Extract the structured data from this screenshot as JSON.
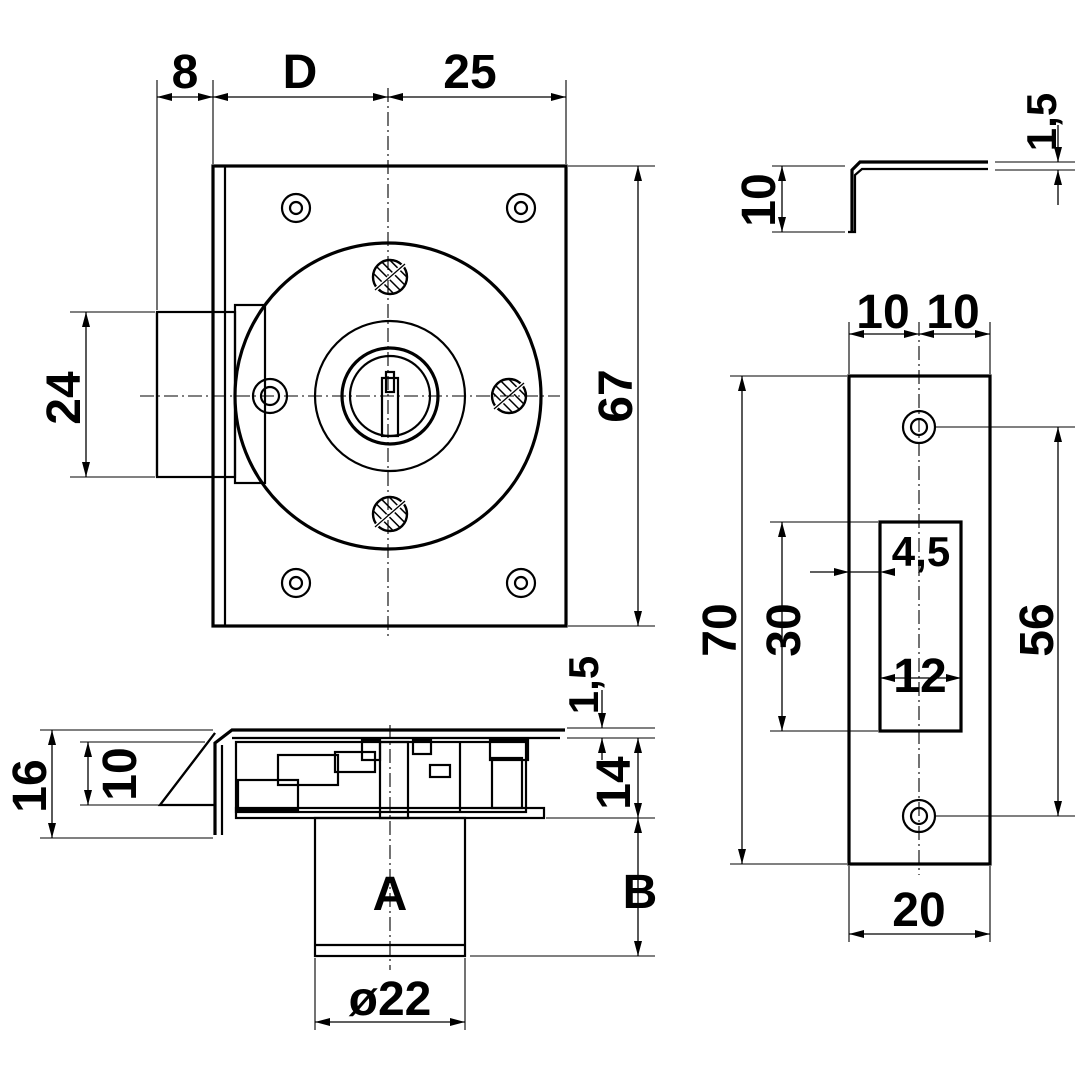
{
  "front_view": {
    "dim_width_bolt": "8",
    "dim_width_d": "D",
    "dim_width_25": "25",
    "dim_height_bolt": "24",
    "dim_height_plate": "67"
  },
  "side_view": {
    "dim_thickness_top": "1,5",
    "dim_height_16": "16",
    "dim_height_10": "10",
    "dim_height_14": "14",
    "dim_cylinder_b": "B",
    "cylinder_label": "A",
    "dim_diameter": "ø22"
  },
  "angle_profile": {
    "dim_height_10": "10",
    "dim_thickness": "1,5"
  },
  "strike_plate": {
    "dim_top_left": "10",
    "dim_top_right": "10",
    "dim_slot_offset": "4,5",
    "dim_slot_width": "12",
    "dim_slot_height": "30",
    "dim_total_height": "70",
    "dim_hole_spacing": "56",
    "dim_width": "20"
  }
}
